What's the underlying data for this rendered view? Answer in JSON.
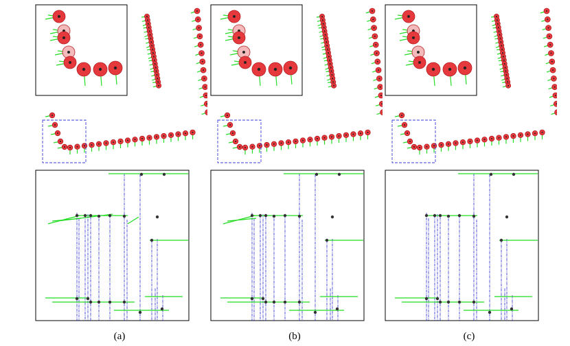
{
  "figure": {
    "panels": [
      {
        "label": "(a)",
        "variant": 0
      },
      {
        "label": "(b)",
        "variant": 1
      },
      {
        "label": "(c)",
        "variant": 2
      }
    ]
  },
  "colors": {
    "marker_fill": "#e5393e",
    "marker_light": "#f3b9bb",
    "marker_stroke": "#b51f23",
    "center_dot": "#222222",
    "arrow": "#22dd22",
    "frame": "#000000",
    "roi_box": "#3a3ad8",
    "track_line": "#2c2cd6",
    "track_point": "#333333"
  }
}
